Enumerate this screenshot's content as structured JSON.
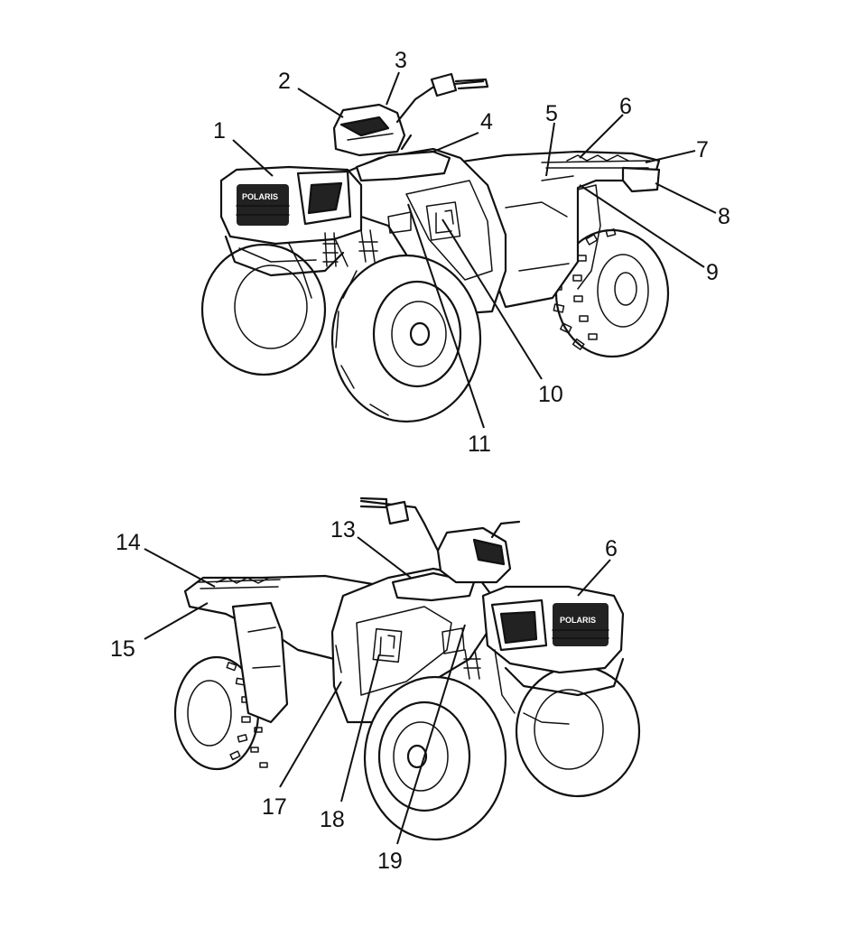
{
  "figure": {
    "brand_decal_text": "POLARIS",
    "views": [
      {
        "id": "front-left-view",
        "callouts": [
          {
            "label": "1"
          },
          {
            "label": "2"
          },
          {
            "label": "3"
          },
          {
            "label": "4"
          },
          {
            "label": "5"
          },
          {
            "label": "6"
          },
          {
            "label": "7"
          },
          {
            "label": "8"
          },
          {
            "label": "9"
          },
          {
            "label": "10"
          },
          {
            "label": "11"
          }
        ]
      },
      {
        "id": "rear-right-view",
        "callouts": [
          {
            "label": "13"
          },
          {
            "label": "6"
          },
          {
            "label": "14"
          },
          {
            "label": "15"
          },
          {
            "label": "17"
          },
          {
            "label": "18"
          },
          {
            "label": "19"
          }
        ]
      }
    ]
  },
  "colors": {
    "ink": "#111111",
    "paper": "#ffffff"
  }
}
